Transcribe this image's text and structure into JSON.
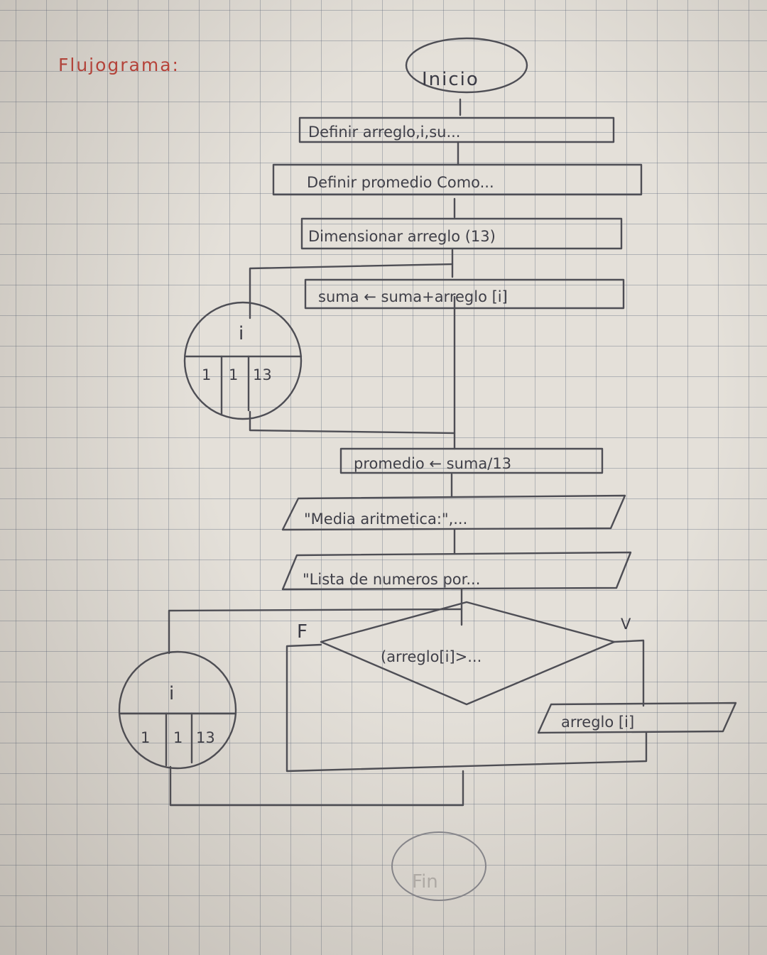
{
  "title": "Flujograma:",
  "nodes": {
    "start": "Inicio",
    "define_vars": "Definir arreglo,i,su...",
    "define_avg": "Definir promedio Como...",
    "dimension": "Dimensionar arreglo (13)",
    "sum": "suma ← suma+arreglo [i]",
    "average": "promedio ← suma/13",
    "print_mean": "\"Media aritmetica:\",...",
    "print_list": "\"Lista de numeros por...",
    "condition": "(arreglo[i]>...",
    "print_item": "arreglo [i]",
    "end": "Fin"
  },
  "loop1": {
    "var": "i",
    "start": "1",
    "step": "1",
    "end": "13"
  },
  "loop2": {
    "var": "i",
    "start": "1",
    "step": "1",
    "end": "13"
  },
  "branch": {
    "false_label": "F",
    "true_label": "V"
  },
  "colors": {
    "title": "#c0433a",
    "pencil": "#4e4e55",
    "paper": "#e4e0d9",
    "grid": "#5f697d"
  }
}
